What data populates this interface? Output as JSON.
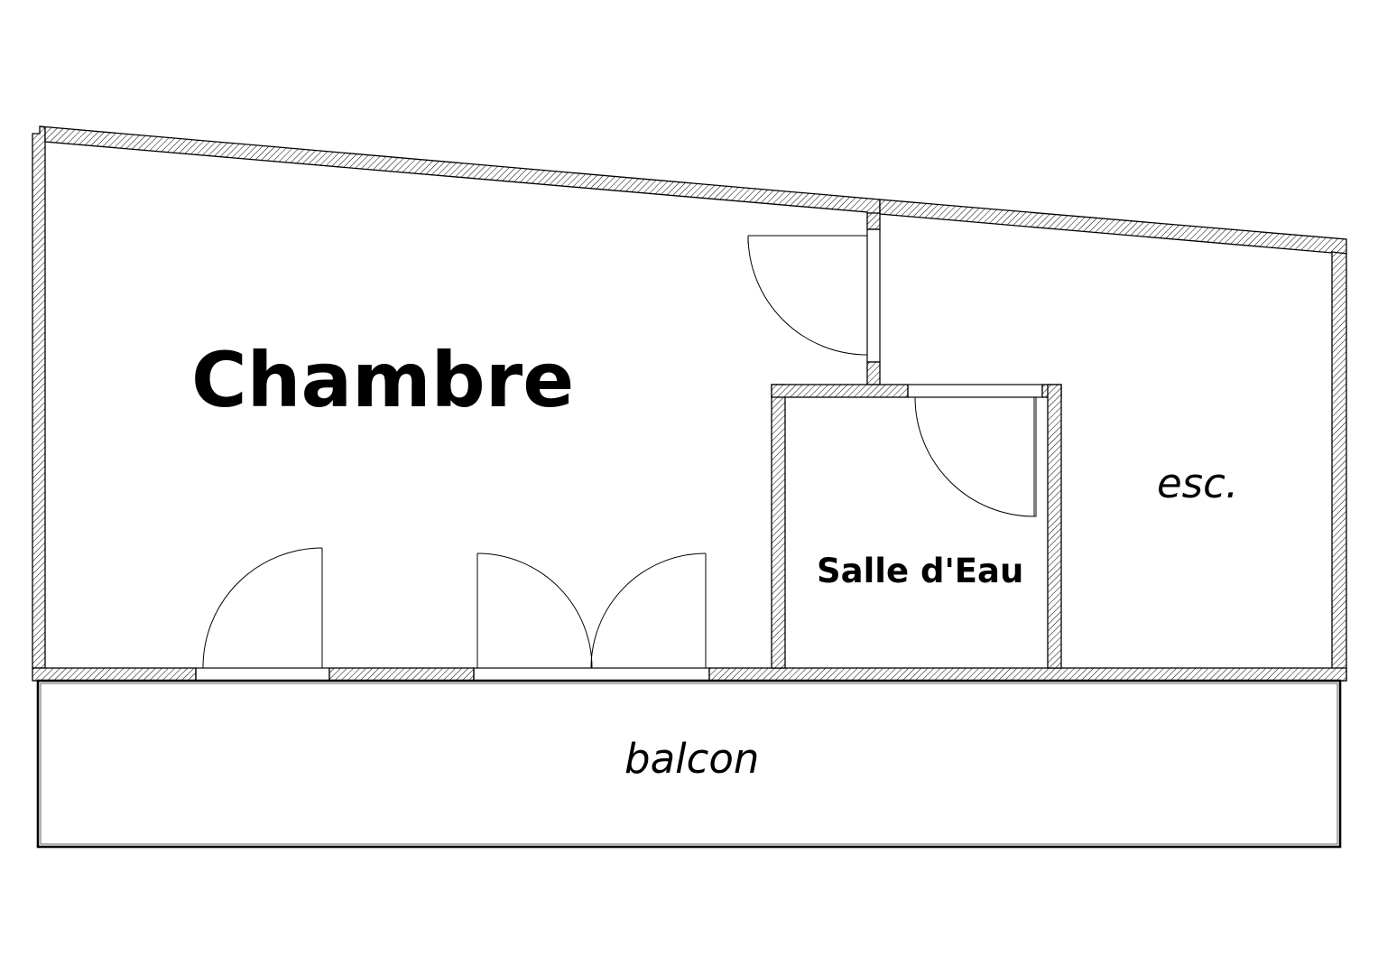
{
  "rooms": {
    "bedroom": "Chambre",
    "bathroom": "Salle d'Eau",
    "stairs": "esc.",
    "balcony": "balcon"
  },
  "colors": {
    "line": "#000000",
    "background": "#ffffff"
  }
}
